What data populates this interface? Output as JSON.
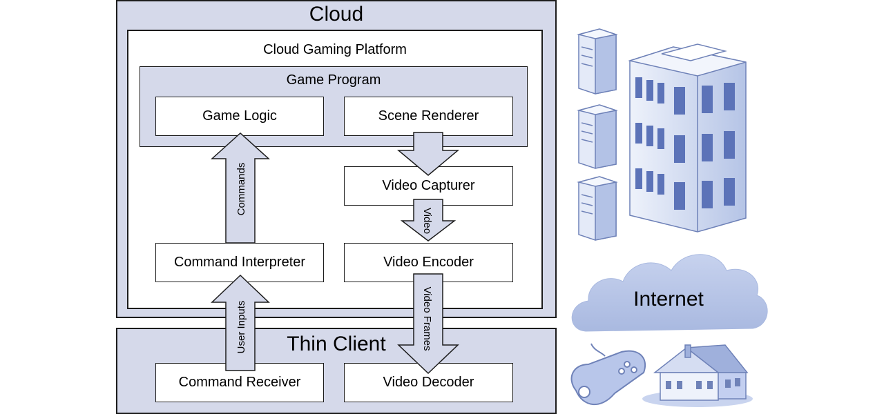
{
  "cloud": {
    "title": "Cloud",
    "platform": {
      "title": "Cloud Gaming Platform",
      "game_program": {
        "title": "Game Program",
        "game_logic": "Game Logic",
        "scene_renderer": "Scene Renderer"
      },
      "video_capturer": "Video Capturer",
      "video_encoder": "Video Encoder",
      "command_interpreter": "Command Interpreter"
    }
  },
  "thin_client": {
    "title": "Thin Client",
    "command_receiver": "Command Receiver",
    "video_decoder": "Video Decoder"
  },
  "arrows": {
    "commands": "Commands",
    "video": "Video",
    "user_inputs": "User Inputs",
    "video_frames": "Video Frames"
  },
  "illustrations": {
    "internet_label": "Internet"
  },
  "colors": {
    "region_fill": "#d5d9ea",
    "arrow_fill": "#d5d9ea",
    "icon_blue": "#9fb0dc",
    "icon_dark": "#6f82b8"
  }
}
